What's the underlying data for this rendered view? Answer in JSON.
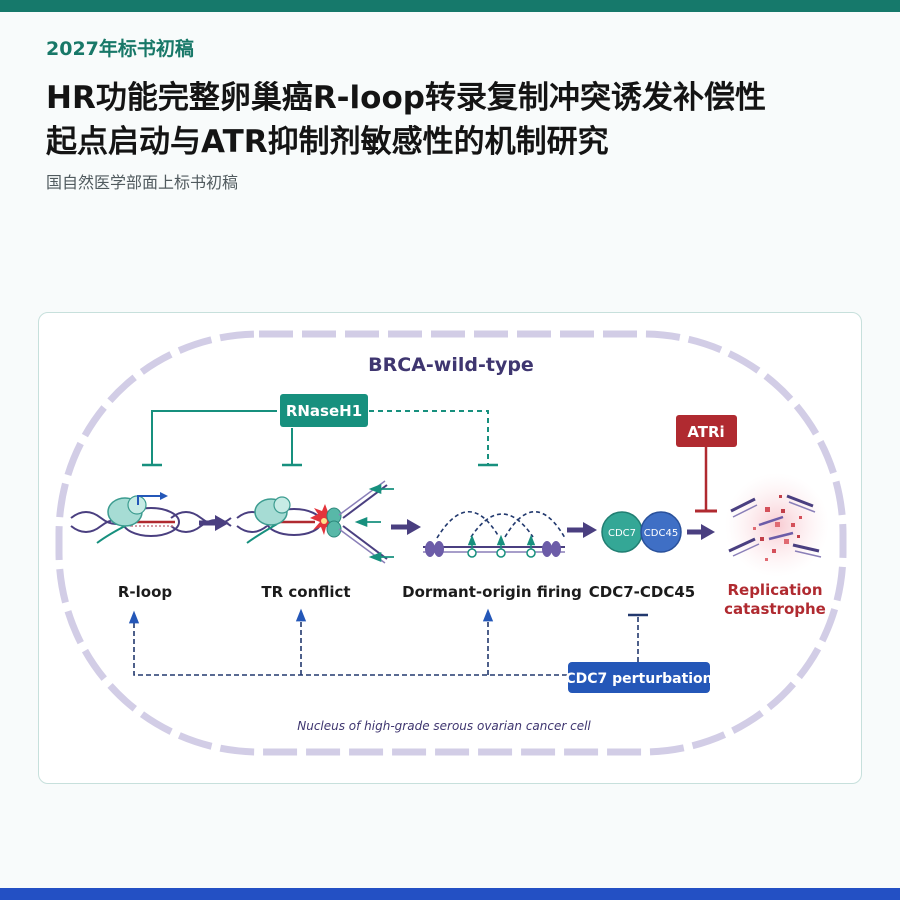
{
  "header": {
    "eyebrow": "2027年标书初稿",
    "title_line1": "HR功能完整卵巢癌R-loop转录复制冲突诱发补偿性",
    "title_line2": "起点启动与ATR抑制剂敏感性的机制研究",
    "subtitle": "国自然医学部面上标书初稿"
  },
  "diagram": {
    "compartment_label": "BRCA-wild-type",
    "nucleus_caption": "Nucleus of high-grade serous ovarian cancer cell",
    "stages": {
      "rloop": "R-loop",
      "tr_conflict": "TR conflict",
      "dormant": "Dormant-origin firing",
      "cdc7_cdc45": "CDC7-CDC45",
      "catastrophe_line1": "Replication",
      "catastrophe_line2": "catastrophe"
    },
    "nodes": {
      "rnaseh1": "RNaseH1",
      "atri": "ATRi",
      "cdc7_perturbation": "CDC7 perturbation",
      "cdc7": "CDC7",
      "cdc45": "CDC45"
    },
    "colors": {
      "teal": "#17907e",
      "red": "#b02a30",
      "blue": "#2457b8",
      "purple": "#4a3f80",
      "navy": "#22396e",
      "nucleus": "#d2cde6"
    }
  }
}
